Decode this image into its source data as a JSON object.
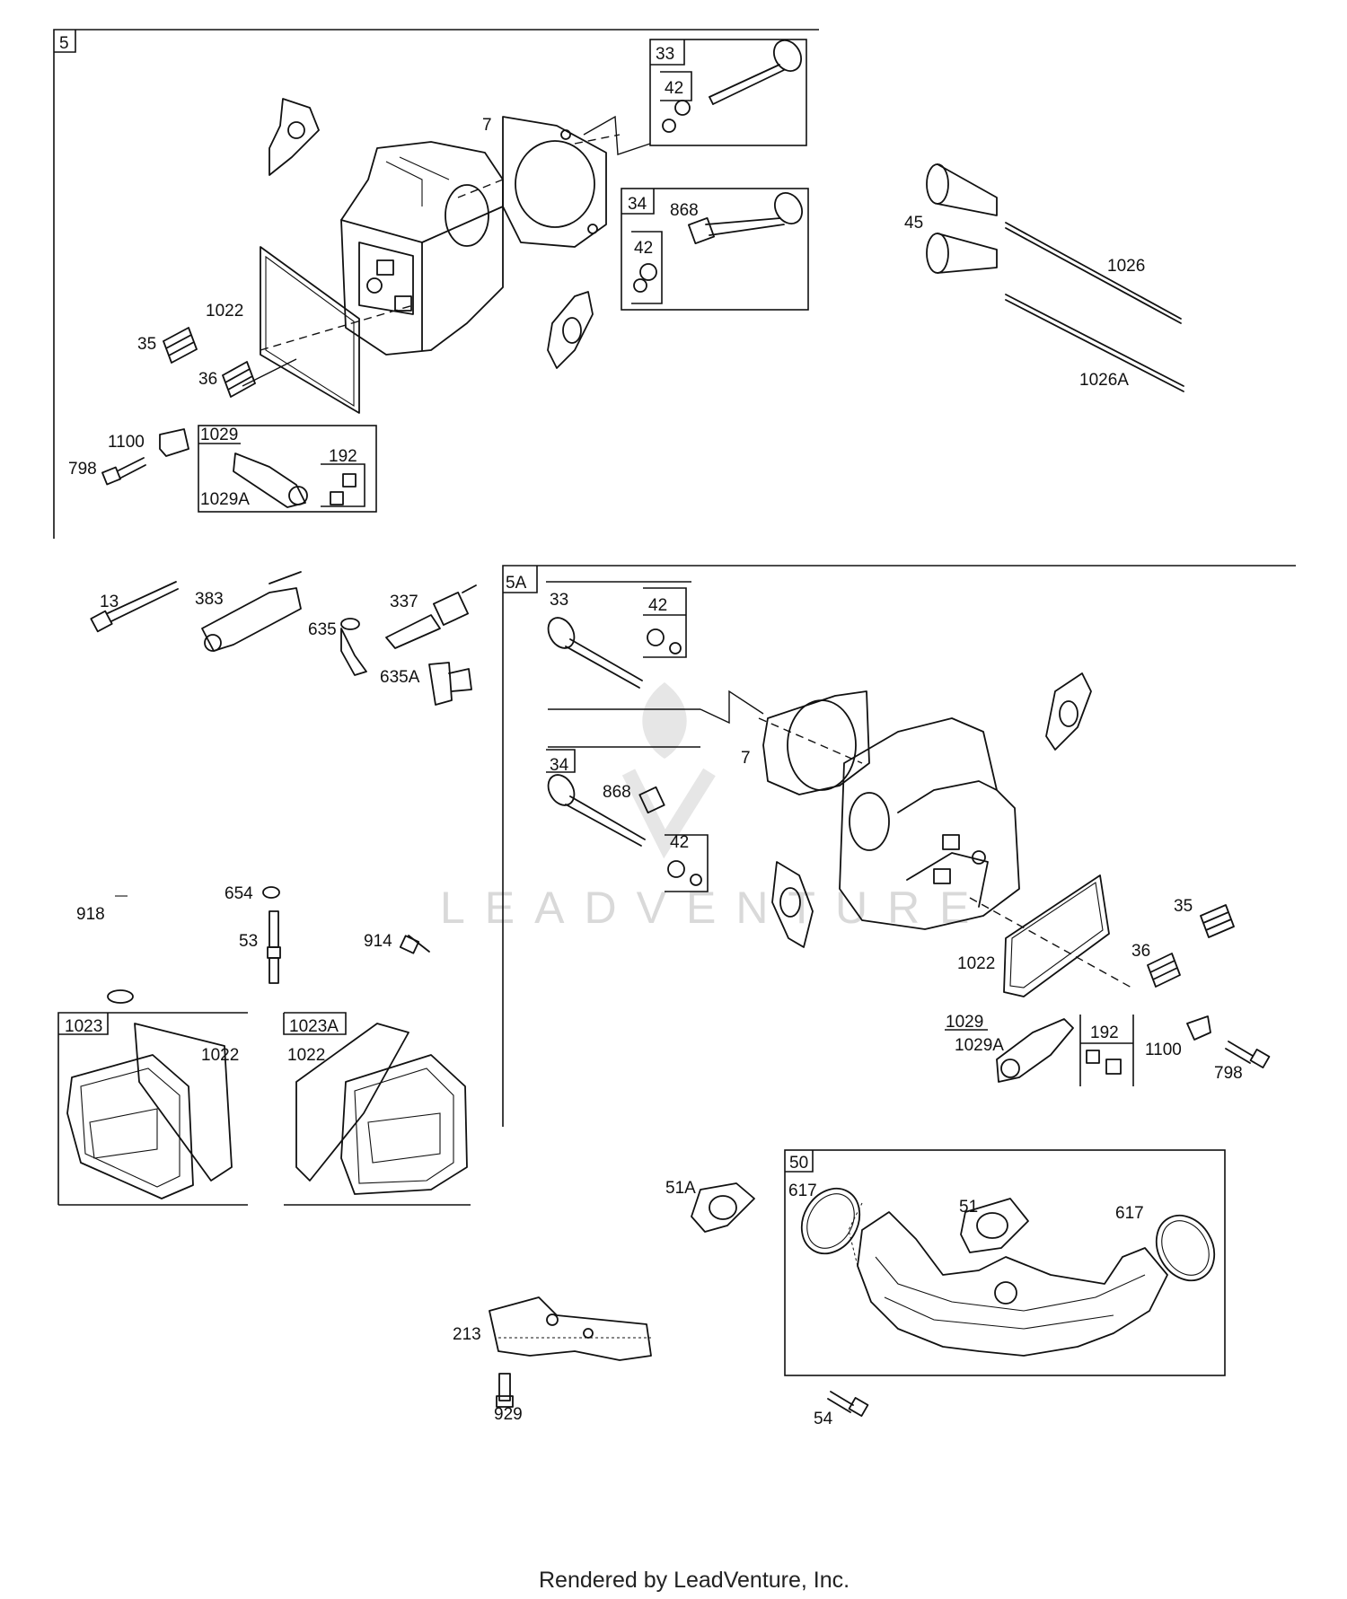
{
  "labels": {
    "g5": "5",
    "p33": "33",
    "p42a": "42",
    "p7": "7",
    "p34": "34",
    "p868": "868",
    "p42b": "42",
    "p45": "45",
    "p1026": "1026",
    "p1026A": "1026A",
    "p1022a": "1022",
    "p35a": "35",
    "p36a": "36",
    "p1100a": "1100",
    "p798a": "798",
    "p1029a": "1029",
    "p192a": "192",
    "p1029Aa": "1029A",
    "p13": "13",
    "p383": "383",
    "p337": "337",
    "p635": "635",
    "p635A": "635A",
    "g5A": "5A",
    "q33": "33",
    "q42a": "42",
    "q7": "7",
    "q34": "34",
    "q868": "868",
    "q42b": "42",
    "p918": "918",
    "p654": "654",
    "p53": "53",
    "p914": "914",
    "p1023": "1023",
    "p1022b": "1022",
    "p1023A": "1023A",
    "p1022c": "1022",
    "q35": "35",
    "q36": "36",
    "q1022": "1022",
    "q1029": "1029",
    "q1029A": "1029A",
    "q192": "192",
    "q1100": "1100",
    "q798": "798",
    "p51A": "51A",
    "g50": "50",
    "p617a": "617",
    "p51": "51",
    "p617b": "617",
    "p213": "213",
    "p929": "929",
    "p54": "54"
  },
  "watermark": "LEADVENTURE",
  "footer": "Rendered by LeadVenture, Inc."
}
